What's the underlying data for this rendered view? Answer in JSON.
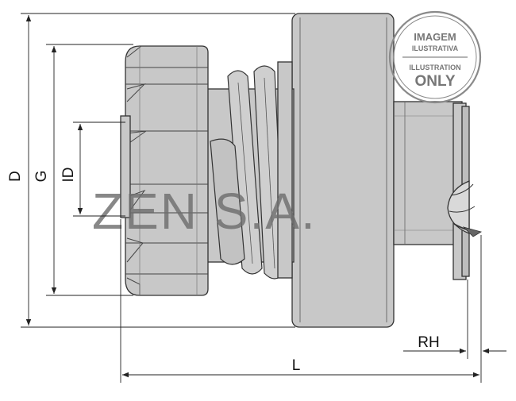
{
  "dimensions": {
    "D": "D",
    "G": "G",
    "ID": "ID",
    "L": "L",
    "RH": "RH"
  },
  "watermark": "ZEN S.A.",
  "stamp": {
    "line1": "IMAGEM",
    "line2": "ILUSTRATIVA",
    "line3": "ILLUSTRATION",
    "line4": "ONLY"
  },
  "colors": {
    "part_fill": "#c8c8c8",
    "part_stroke": "#333333",
    "dimension_line": "#222222",
    "watermark": "#6e6e6e"
  }
}
